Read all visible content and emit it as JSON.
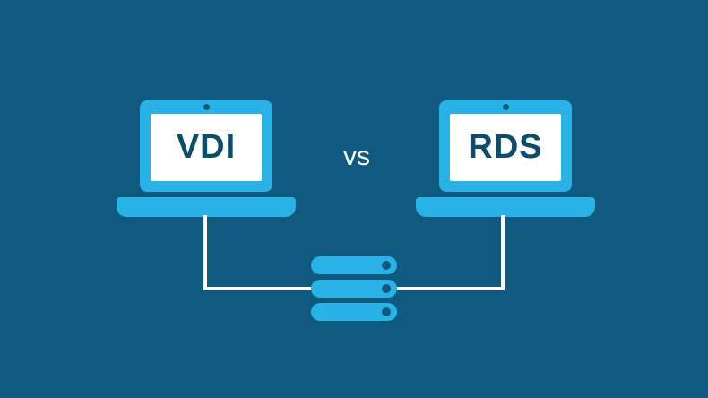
{
  "graphic": {
    "left_label": "VDI",
    "vs_label": "vs",
    "right_label": "RDS"
  },
  "colors": {
    "background": "#0f5a7e",
    "accent_light_blue": "#29b2e5",
    "screen_white": "#ffffff",
    "label_dark_blue": "#0d4c6b",
    "connector_white": "#ffffff"
  },
  "icons": {
    "left": "laptop-icon",
    "right": "laptop-icon",
    "center": "server-icon"
  }
}
